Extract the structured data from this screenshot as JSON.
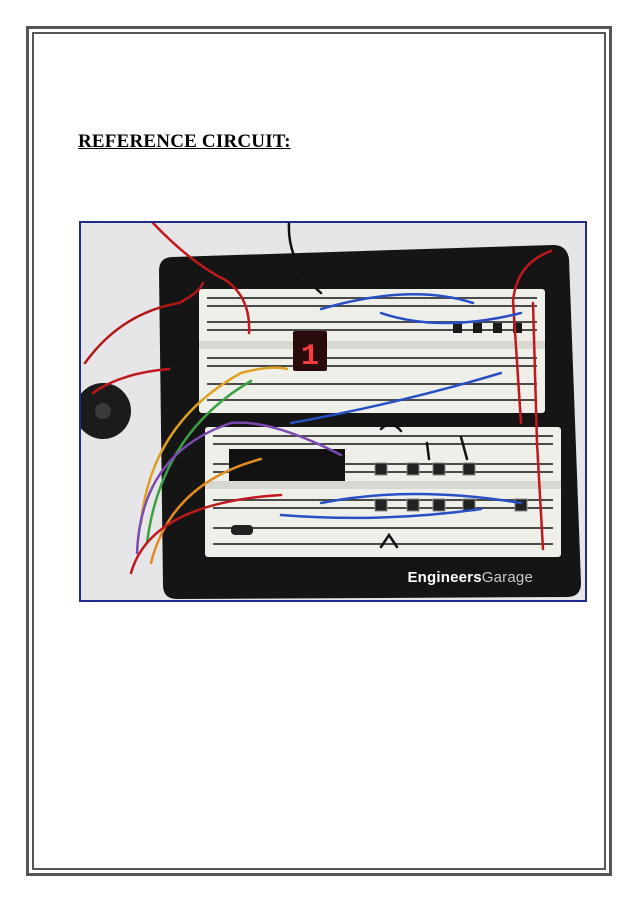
{
  "document": {
    "heading": "REFERENCE CIRCUIT:"
  },
  "photo": {
    "watermark_primary": "Engineers",
    "watermark_secondary": "Garage",
    "display_digit": "1"
  },
  "colors": {
    "frame": "#555555",
    "photo_border": "#1f2a8c",
    "board": "#151515",
    "breadboard": "#efefea",
    "led_segment": "#ff3b3b"
  }
}
